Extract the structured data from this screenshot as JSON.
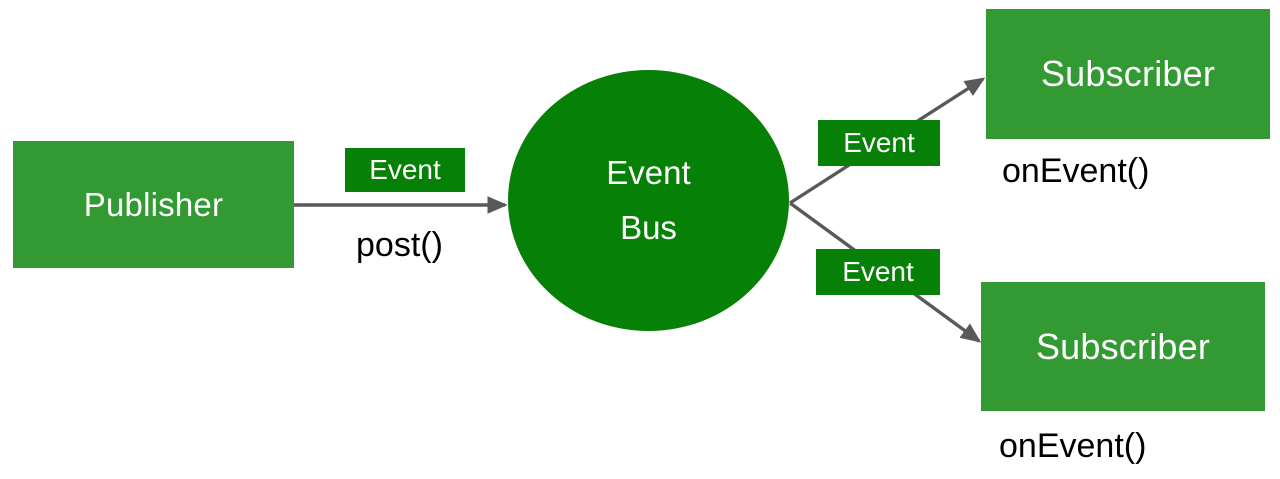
{
  "diagram": {
    "title": "Event Bus publish-subscribe diagram",
    "colors": {
      "node_green": "#339933",
      "chip_green": "#078007",
      "edge_gray": "#595959",
      "node_text": "#ffffff",
      "caption_text": "#000000",
      "background": "#ffffff"
    },
    "publisher": {
      "label": "Publisher"
    },
    "bus": {
      "line1": "Event",
      "line2": "Bus"
    },
    "chips": {
      "post": "Event",
      "subscriber_top": "Event",
      "subscriber_bottom": "Event"
    },
    "captions": {
      "post": "post()",
      "on_event_top": "onEvent()",
      "on_event_bottom": "onEvent()"
    },
    "subscribers": [
      {
        "label": "Subscriber",
        "handler": "onEvent()"
      },
      {
        "label": "Subscriber",
        "handler": "onEvent()"
      }
    ],
    "edges": [
      {
        "from": "publisher",
        "to": "event-bus",
        "label": "Event",
        "method": "post()"
      },
      {
        "from": "event-bus",
        "to": "subscriber-top",
        "label": "Event",
        "method": "onEvent()"
      },
      {
        "from": "event-bus",
        "to": "subscriber-bottom",
        "label": "Event",
        "method": "onEvent()"
      }
    ]
  }
}
